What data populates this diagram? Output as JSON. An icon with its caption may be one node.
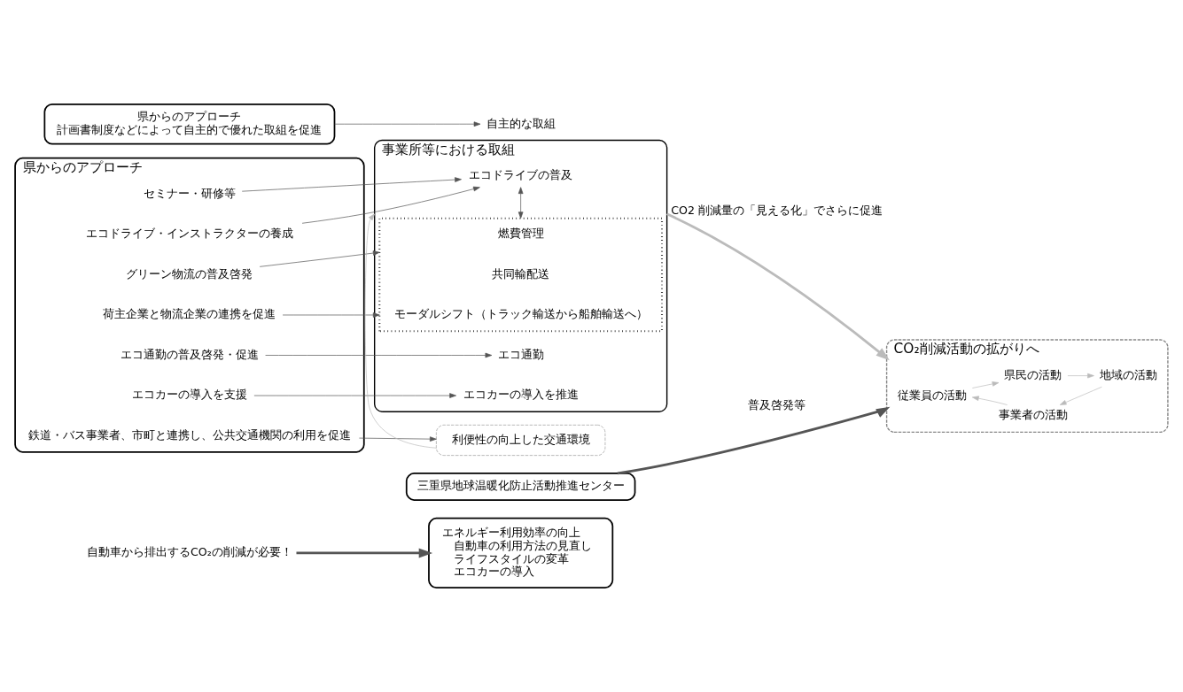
{
  "diagram": {
    "nodes": [
      {
        "text": [
          "自動車から排出するCO₂の削減が必要！"
        ]
      },
      {
        "text": [
          "エネルギー利用効率の向上",
          "自動車の利用方法の見直し",
          "ライフスタイルの変革",
          "エコカーの導入"
        ]
      },
      {
        "text": [
          "CO₂削減活動の拡がりへ"
        ]
      },
      {
        "text": [
          "事業者の活動"
        ],
        "in": 2
      },
      {
        "text": [
          "従業員の活動"
        ],
        "in": 2
      },
      {
        "text": [
          "県民の活動"
        ],
        "in": 2
      },
      {
        "text": [
          "地域の活動"
        ],
        "in": 2
      },
      {
        "text": [
          "県からのアプローチ"
        ]
      },
      {
        "text": [
          "セミナー・研修等"
        ],
        "in": 7
      },
      {
        "text": [
          "エコドライブ・インストラクターの養成"
        ],
        "in": 7
      },
      {
        "text": [
          "グリーン物流の普及啓発"
        ],
        "in": 7
      },
      {
        "text": [
          "荷主企業と物流企業の連携を促進"
        ],
        "in": 7
      },
      {
        "text": [
          "エコ通勤の普及啓発・促進"
        ],
        "in": 7
      },
      {
        "text": [
          "エコカーの導入を支援"
        ],
        "in": 7
      },
      {
        "text": [
          "鉄道・バス事業者、市町と連携し、公共交通機関の利用を促進"
        ],
        "in": 7
      },
      {
        "text": [
          "事業所等における取組"
        ]
      },
      {
        "text": [
          "エコドライブの普及"
        ],
        "in": 15
      },
      {
        "text": [],
        "shape": "box",
        "in": 15
      },
      {
        "text": [
          "燃費管理"
        ],
        "in": 17
      },
      {
        "text": [
          "共同輸配送"
        ],
        "in": 17
      },
      {
        "text": [
          "モーダルシフト（トラック輸送から船舶輸送へ）"
        ],
        "in": 17
      },
      {
        "text": [
          "エコ通勤"
        ],
        "in": 15
      },
      {
        "text": [
          "エコカーの導入を推進"
        ],
        "in": 15
      },
      {
        "text": [
          "利便性の向上した交通環境"
        ]
      },
      {
        "text": [
          "県からのアプローチ",
          "計画書制度などによって自主的で優れた取組を促進"
        ]
      },
      {
        "text": [
          "三重県地球温暖化防止活動推進センター"
        ]
      },
      {
        "text": [
          "自主的な取組"
        ]
      }
    ],
    "edges": [
      {
        "from": 0,
        "to": 1,
        "arrow": "to",
        "style": "thick"
      },
      {
        "from": 3,
        "to": 4,
        "arrow": "to",
        "color": "#bbbbbb"
      },
      {
        "from": 4,
        "to": 5,
        "arrow": "to",
        "color": "#bbbbbb"
      },
      {
        "from": 5,
        "to": 6,
        "arrow": "to",
        "color": "#bbbbbb"
      },
      {
        "from": 6,
        "to": 3,
        "arrow": "to",
        "color": "#bbbbbb"
      },
      {
        "from": 8,
        "to": 16,
        "arrow": "to"
      },
      {
        "from": 9,
        "to": 16,
        "arrow": "to"
      },
      {
        "from": 10,
        "to": 17,
        "arrow": "to"
      },
      {
        "from": 11,
        "to": 17,
        "arrow": "to"
      },
      {
        "from": 12,
        "to": 21,
        "arrow": "to"
      },
      {
        "from": 13,
        "to": 22,
        "arrow": "to"
      },
      {
        "from": 14,
        "to": 23,
        "arrow": "to"
      },
      {
        "from": 16,
        "to": 17,
        "arrow": "both"
      },
      {
        "from": 23,
        "to": 15,
        "arrow": "to",
        "color": "#bbbbbb"
      },
      {
        "from": 15,
        "to": 2,
        "arrow": "to",
        "label": "CO2 削減量の「見える化」でさらに促進",
        "color": "#bbbbbb",
        "style": "thick"
      },
      {
        "from": 25,
        "to": 2,
        "arrow": "to",
        "label": "普及啓発等",
        "style": "thick"
      },
      {
        "from": 24,
        "to": 26,
        "arrow": "to"
      }
    ]
  }
}
